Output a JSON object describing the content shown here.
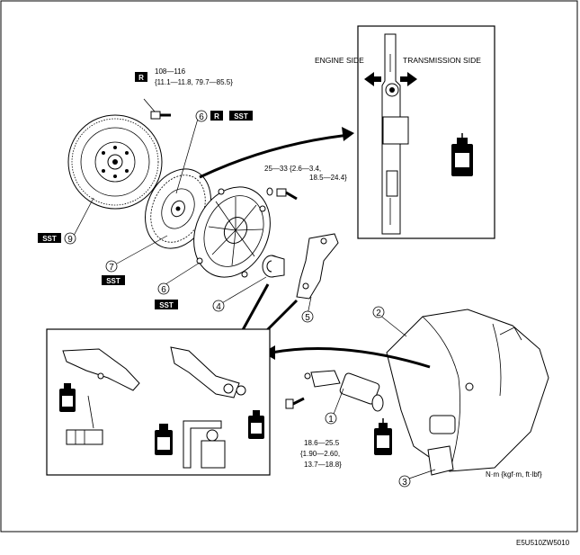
{
  "labels": {
    "engine_side": "ENGINE SIDE",
    "transmission_side": "TRANSMISSION SIDE",
    "torque_flywheel_line1": "108—116",
    "torque_flywheel_line2": "{11.1—11.8, 79.7—85.5}",
    "torque_cover_line1": "25—33 {2.6—3.4,",
    "torque_cover_line2": "18.5—24.4}",
    "torque_cylinder_line1": "18.6—25.5",
    "torque_cylinder_line2": "{1.90—2.60,",
    "torque_cylinder_line3": "13.7—18.8}",
    "units": "N·m  {kgf·m,  ft·lbf}",
    "figure_code": "E5U510ZW5010"
  },
  "badges": {
    "r": "R",
    "sst": "SST"
  },
  "callouts": {
    "n1": "1",
    "n2": "2",
    "n3": "3",
    "n4": "4",
    "n5": "5",
    "n6a": "6",
    "n6b": "6",
    "n7": "7",
    "n9": "9"
  },
  "colors": {
    "ink": "#000000",
    "paper": "#ffffff"
  }
}
